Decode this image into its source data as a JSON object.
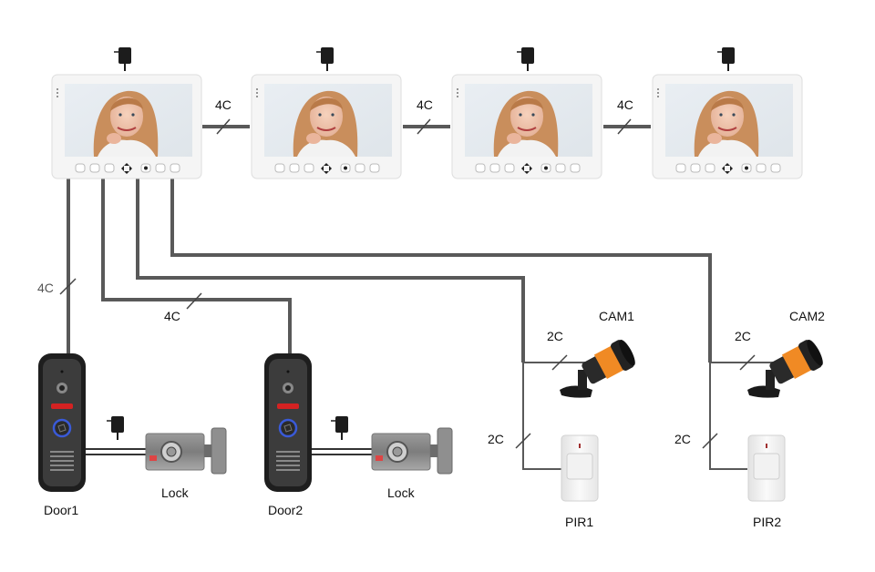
{
  "diagram": {
    "title": "Video intercom wiring diagram",
    "monitors": [
      {
        "id": "monitor-1"
      },
      {
        "id": "monitor-2"
      },
      {
        "id": "monitor-3"
      },
      {
        "id": "monitor-4"
      }
    ],
    "monitor_links": [
      "4C",
      "4C",
      "4C"
    ],
    "door_units": [
      {
        "label": "Door1",
        "wire": "4C",
        "lock_label": "Lock"
      },
      {
        "label": "Door2",
        "wire": "4C",
        "lock_label": "Lock"
      }
    ],
    "cameras": [
      {
        "label": "CAM1",
        "wire": "2C"
      },
      {
        "label": "CAM2",
        "wire": "2C"
      }
    ],
    "pir_sensors": [
      {
        "label": "PIR1",
        "wire": "2C"
      },
      {
        "label": "PIR2",
        "wire": "2C"
      }
    ],
    "colors": {
      "wire": "#595959",
      "monitor_body": "#f4f4f4",
      "door_body": "#2b2b2b",
      "camera_ring": "#f08a24",
      "indicator_red": "#e02020",
      "button_ring_blue": "#3a5ad8"
    }
  }
}
